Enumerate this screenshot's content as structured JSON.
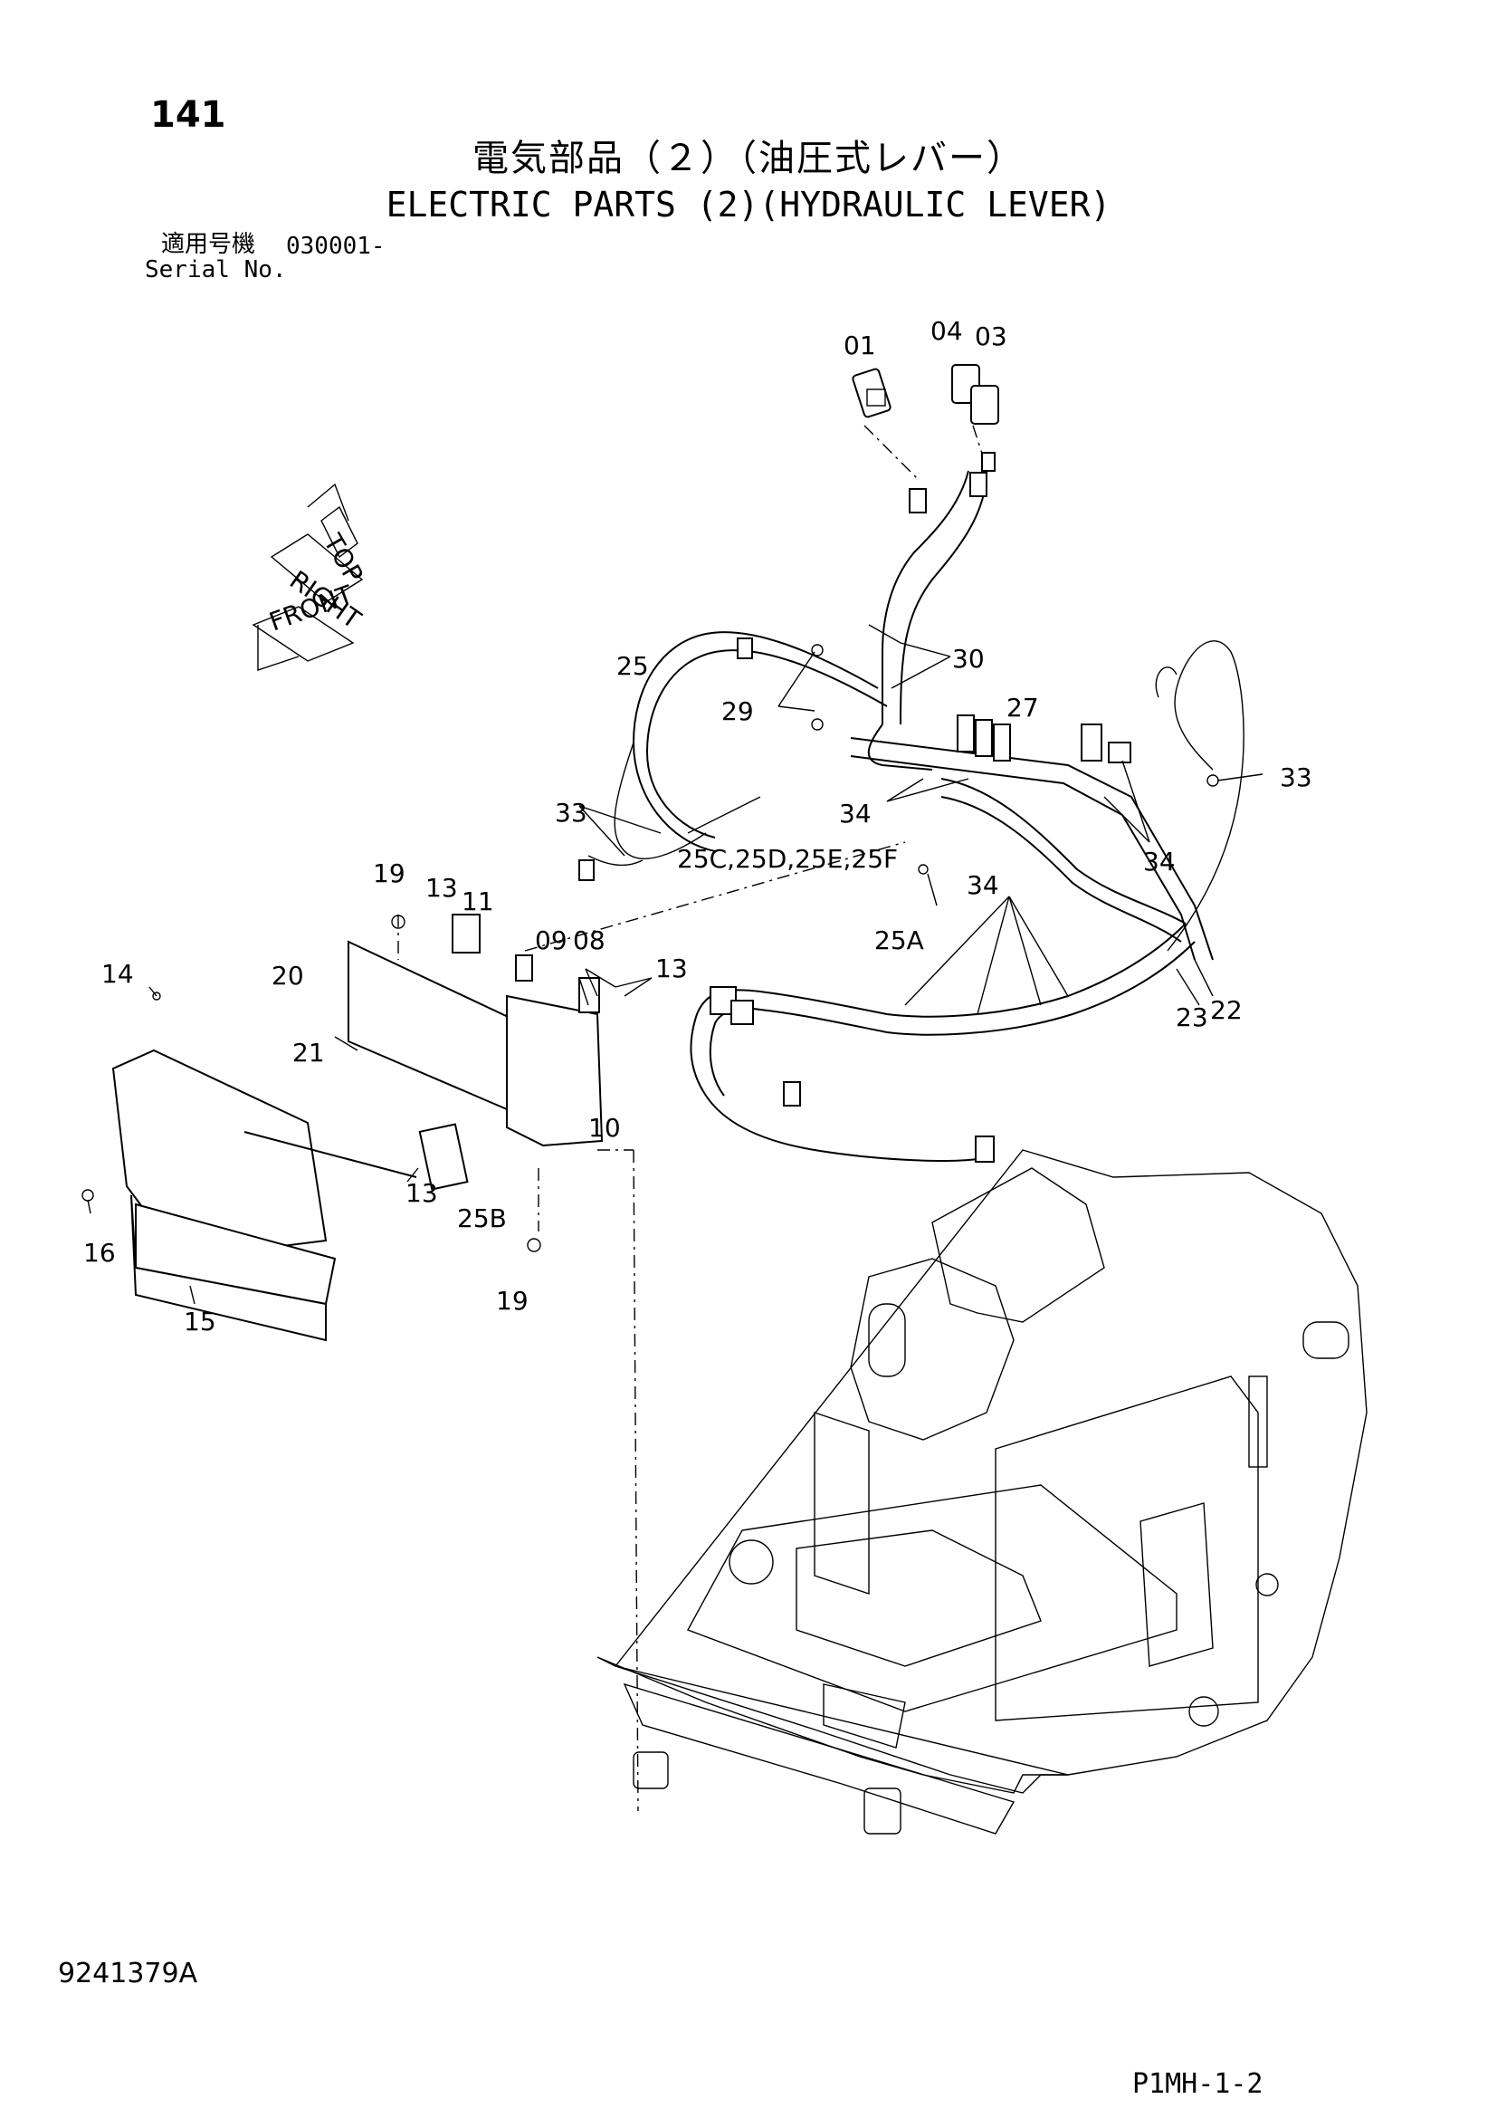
{
  "header": {
    "page_number": "141",
    "title_jp": "電気部品（２）（油圧式レバー）",
    "title_en": "ELECTRIC PARTS (2)(HYDRAULIC LEVER)",
    "serial_label_jp": "適用号機",
    "serial_value": "030001-",
    "serial_label_en": "Serial No."
  },
  "orientation": {
    "top": "TOP",
    "right": "RIGHT",
    "front": "FRONT"
  },
  "callouts": {
    "p01": "01",
    "p03": "03",
    "p04": "04",
    "p08": "08",
    "p09": "09",
    "p10": "10",
    "p11": "11",
    "p13a": "13",
    "p13b": "13",
    "p13c": "13",
    "p14": "14",
    "p15": "15",
    "p16": "16",
    "p19a": "19",
    "p19b": "19",
    "p20": "20",
    "p21": "21",
    "p22": "22",
    "p23": "23",
    "p25": "25",
    "p25a": "25A",
    "p25b": "25B",
    "p25cf": "25C,25D,25E,25F",
    "p27": "27",
    "p29": "29",
    "p30": "30",
    "p33a": "33",
    "p33b": "33",
    "p34a": "34",
    "p34b": "34",
    "p34c": "34"
  },
  "footer": {
    "drawing_number": "9241379A",
    "page_code": "P1MH-1-2"
  }
}
